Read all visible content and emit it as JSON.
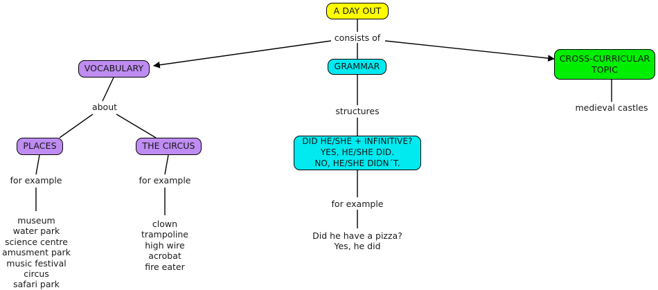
{
  "map": {
    "title": "A DAY OUT concept map",
    "colors": {
      "root": "#ffff00",
      "vocabulary": "#bf8cf2",
      "grammar": "#00eaf0",
      "cross_curricular": "#00ee00",
      "stroke": "#000000",
      "text": "#1a1a1a",
      "background": "#ffffff"
    },
    "nodes": {
      "root": "A DAY OUT",
      "vocabulary": "VOCABULARY",
      "grammar": "GRAMMAR",
      "cross_curricular": "CROSS-CURRICULAR\nTOPIC",
      "places": "PLACES",
      "circus": "THE CIRCUS",
      "structure_box": "DID HE/SHE + INFINITIVE?\nYES, HE/SHE DID.\nNO, HE/SHE DIDN´T."
    },
    "edge_labels": {
      "consists_of": "consists of",
      "about": "about",
      "structures": "structures",
      "for_example_places": "for example",
      "for_example_circus": "for example",
      "for_example_grammar": "for example"
    },
    "leaves": {
      "places_examples": "museum\nwater park\nscience centre\namusment park\nmusic festival\ncircus\nsafari park",
      "circus_examples": "clown\ntrampoline\nhigh wire\nacrobat\nfire eater",
      "grammar_examples": "Did he have a pizza?\nYes, he did",
      "cross_curricular_examples": "medieval castles"
    }
  }
}
